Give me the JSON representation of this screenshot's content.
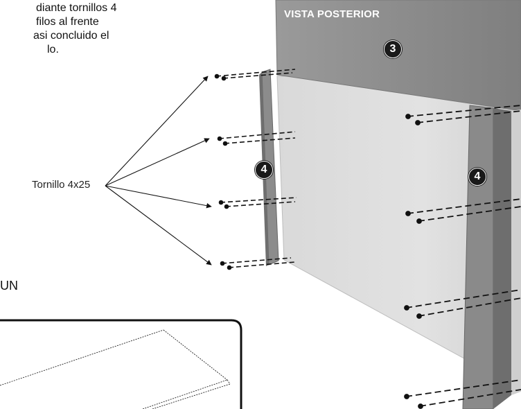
{
  "instructions": {
    "lines": [
      "diante tornillos 4",
      "filos al frente",
      "asi concluido el",
      "lo."
    ]
  },
  "labels": {
    "screw_callout": "Tornillo 4x25",
    "partial_text": "UN",
    "view_title": "VISTA POSTERIOR"
  },
  "parts": {
    "back_panel_number": "3",
    "left_rail_number": "4",
    "right_rail_number": "4"
  },
  "colors": {
    "top_panel": "#8a8a8a",
    "back_panel": "#dcdcdc",
    "rail": "#858585",
    "badge": "#1a1a1a"
  },
  "icons": {
    "screw": "screw-icon",
    "leader_arrow": "arrow-icon"
  }
}
